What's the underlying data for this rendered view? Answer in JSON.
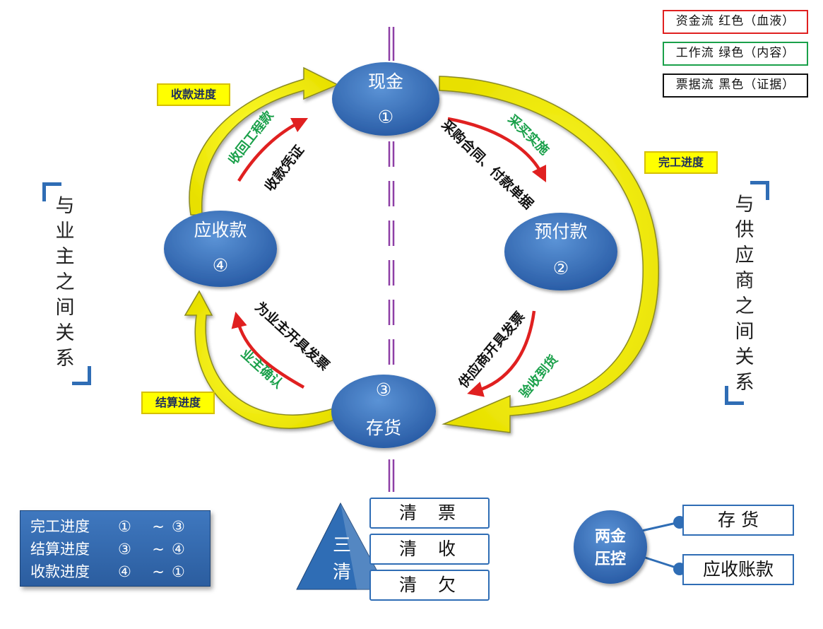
{
  "legend": [
    {
      "label": "资金流  红色（血液）",
      "color": "#e02020"
    },
    {
      "label": "工作流  绿色（内容）",
      "color": "#1aa04a"
    },
    {
      "label": "票据流  黑色（证据）",
      "color": "#111111"
    }
  ],
  "nodes": {
    "cash": {
      "label": "现金",
      "num": "①"
    },
    "prepay": {
      "label": "预付款",
      "num": "②"
    },
    "inventory": {
      "label": "存货",
      "num": "③"
    },
    "receivable": {
      "label": "应收款",
      "num": "④"
    }
  },
  "tags": {
    "collection_progress": "收款进度",
    "completion_progress": "完工进度",
    "settlement_progress": "结算进度"
  },
  "flows": {
    "procure_impl": "采买实施",
    "procure_contract": "采购合同、付款单据",
    "supplier_invoice": "供应商开具发票",
    "receive_goods": "验收到货",
    "owner_invoice": "为业主开具发票",
    "owner_confirm": "业主确认",
    "collect_payment": "收回工程款",
    "receipt_voucher": "收款凭证"
  },
  "sides": {
    "left": "与业主之间关系",
    "right": "与供应商之间关系"
  },
  "progress_panel": [
    {
      "name": "完工进度",
      "from": "①",
      "sep": "~",
      "to": "③"
    },
    {
      "name": "结算进度",
      "from": "③",
      "sep": "~",
      "to": "④"
    },
    {
      "name": "收款进度",
      "from": "④",
      "sep": "~",
      "to": "①"
    }
  ],
  "three_clear": {
    "title_top": "三",
    "title_bottom": "清",
    "items": [
      "清票",
      "清收",
      "清欠"
    ]
  },
  "two_gold": {
    "title_top": "两金",
    "title_bottom": "压控",
    "items": [
      "存 货",
      "应收账款"
    ]
  },
  "colors": {
    "node_blue": "#2f6db5",
    "arrow_yellow": "#ffff00",
    "money_red": "#e02020",
    "work_green": "#1aa04a",
    "divider_purple": "#8e3fa6"
  }
}
